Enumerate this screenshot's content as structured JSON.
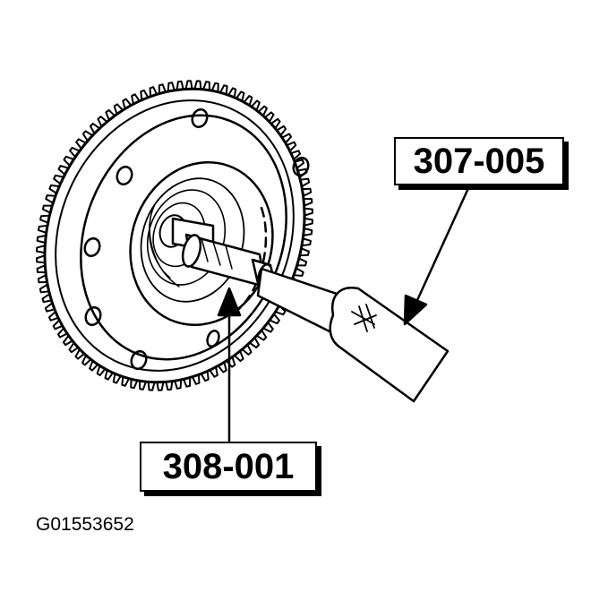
{
  "callouts": {
    "tool_307": "307-005",
    "tool_308": "308-001"
  },
  "figure_id": "G01553652",
  "colors": {
    "line": "#000000",
    "background": "#ffffff"
  }
}
